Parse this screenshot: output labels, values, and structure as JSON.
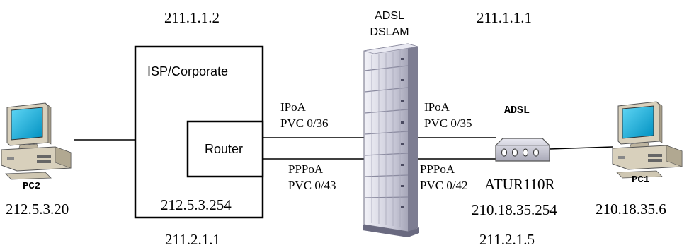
{
  "diagram": {
    "top_ip_left": "211.1.1.2",
    "top_ip_right": "211.1.1.1",
    "bottom_ip_left": "211.2.1.1",
    "bottom_ip_right": "211.2.1.5",
    "dslam_label_line1": "ADSL",
    "dslam_label_line2": "DSLAM",
    "isp_label": "ISP/Corporate",
    "router_label": "Router",
    "isp_router_ip": "212.5.3.254",
    "pc2": {
      "label": "PC2",
      "ip": "212.5.3.20"
    },
    "pc1": {
      "label": "PC1",
      "ip": "210.18.35.6"
    },
    "left_links": {
      "ipoa_label": "IPoA",
      "ipoa_pvc": "PVC 0/36",
      "pppoa_label": "PPPoA",
      "pppoa_pvc": "PVC 0/43"
    },
    "right_links": {
      "ipoa_label": "IPoA",
      "ipoa_pvc": "PVC 0/35",
      "pppoa_label": "PPPoA",
      "pppoa_pvc": "PVC 0/42"
    },
    "modem": {
      "top_label": "ADSL",
      "model": "ATUR110R",
      "ip": "210.18.35.254"
    },
    "colors": {
      "line": "#000000",
      "dslam_light": "#d9d9e6",
      "dslam_dark": "#8a8a9e",
      "pc_body": "#d8d0bc",
      "pc_screen": "#00a8d8"
    }
  }
}
